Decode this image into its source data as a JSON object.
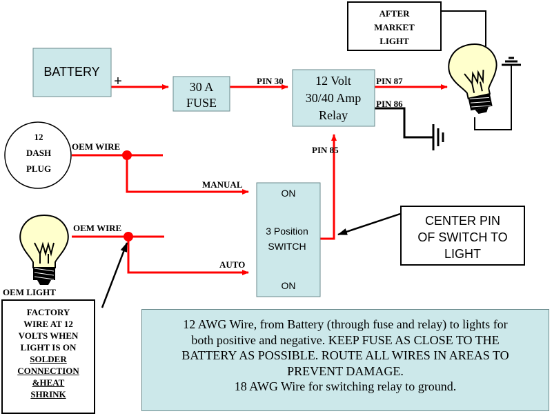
{
  "battery": {
    "label": "BATTERY",
    "terminal": "+"
  },
  "fuse": {
    "line1": "30 A",
    "line2": "FUSE"
  },
  "relay": {
    "line1": "12 Volt",
    "line2": "30/40 Amp",
    "line3": "Relay"
  },
  "pins": {
    "pin30": "PIN 30",
    "pin87": "PIN 87",
    "pin86": "PIN 86",
    "pin85": "PIN  85"
  },
  "dash_plug": {
    "line1": "12",
    "line2": "DASH",
    "line3": "PLUG"
  },
  "wires": {
    "oem_top": "OEM WIRE",
    "oem_bottom": "OEM WIRE",
    "manual": "MANUAL",
    "auto": "AUTO"
  },
  "switch": {
    "top": "ON",
    "mid1": "3 Position",
    "mid2": "SWITCH",
    "bottom": "ON"
  },
  "oem_light": {
    "label": "OEM LIGHT"
  },
  "after_market": {
    "line1": "AFTER",
    "line2": "MARKET",
    "line3": "LIGHT"
  },
  "center_pin_note": {
    "line1": "CENTER PIN",
    "line2": "OF SWITCH TO",
    "line3": "LIGHT"
  },
  "factory_note": {
    "line1": "FACTORY",
    "line2": "WIRE AT 12",
    "line3": "VOLTS WHEN",
    "line4": "LIGHT IS ON",
    "line5": "SOLDER",
    "line6": "CONNECTION",
    "line7": "&HEAT",
    "line8": "SHRINK"
  },
  "note": {
    "line1": "12 AWG Wire, from Battery (through fuse and relay) to lights for",
    "line2": "both positive and negative.  KEEP FUSE AS CLOSE TO THE",
    "line3": "BATTERY AS POSSIBLE.  ROUTE ALL WIRES IN AREAS TO",
    "line4": "PREVENT DAMAGE.",
    "line5": "18 AWG Wire for switching relay to ground."
  },
  "colors": {
    "wire": "#ff0000",
    "component_fill": "#cce8ea",
    "bulb_glass": "#ffffcc",
    "ground": "#000000"
  },
  "icons": [
    "bulb-icon",
    "ground-icon",
    "switch-icon",
    "arrow-icon"
  ]
}
